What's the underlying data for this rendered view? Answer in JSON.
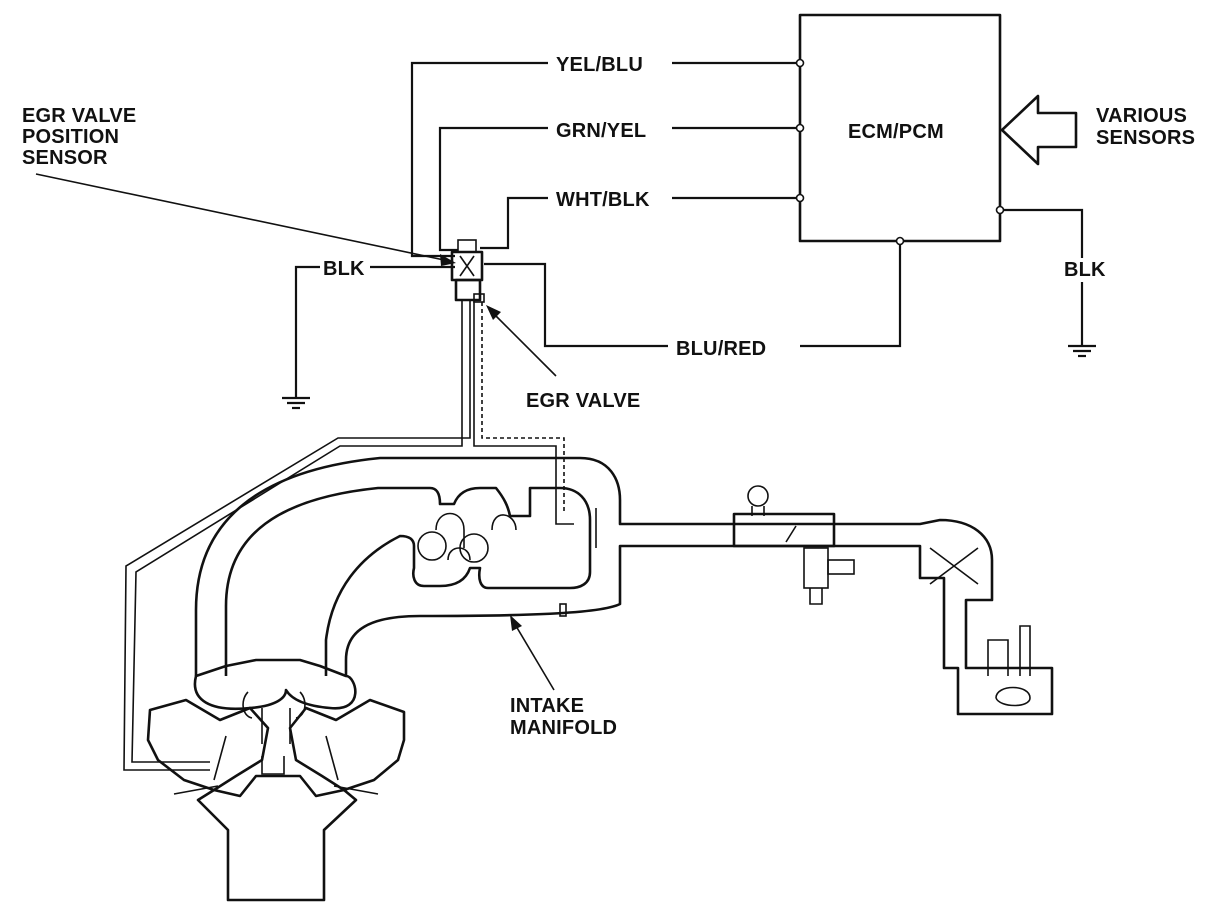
{
  "labels": {
    "ecm": "ECM/PCM",
    "various_sensors_line1": "VARIOUS",
    "various_sensors_line2": "SENSORS",
    "egr_sensor_line1": "EGR VALVE",
    "egr_sensor_line2": "POSITION",
    "egr_sensor_line3": "SENSOR",
    "egr_valve": "EGR VALVE",
    "intake_line1": "INTAKE",
    "intake_line2": "MANIFOLD"
  },
  "wires": {
    "yel_blu": "YEL/BLU",
    "grn_yel": "GRN/YEL",
    "wht_blk": "WHT/BLK",
    "blu_red": "BLU/RED",
    "blk_left": "BLK",
    "blk_right": "BLK"
  },
  "colors": {
    "ink": "#111111",
    "paper": "#ffffff"
  }
}
